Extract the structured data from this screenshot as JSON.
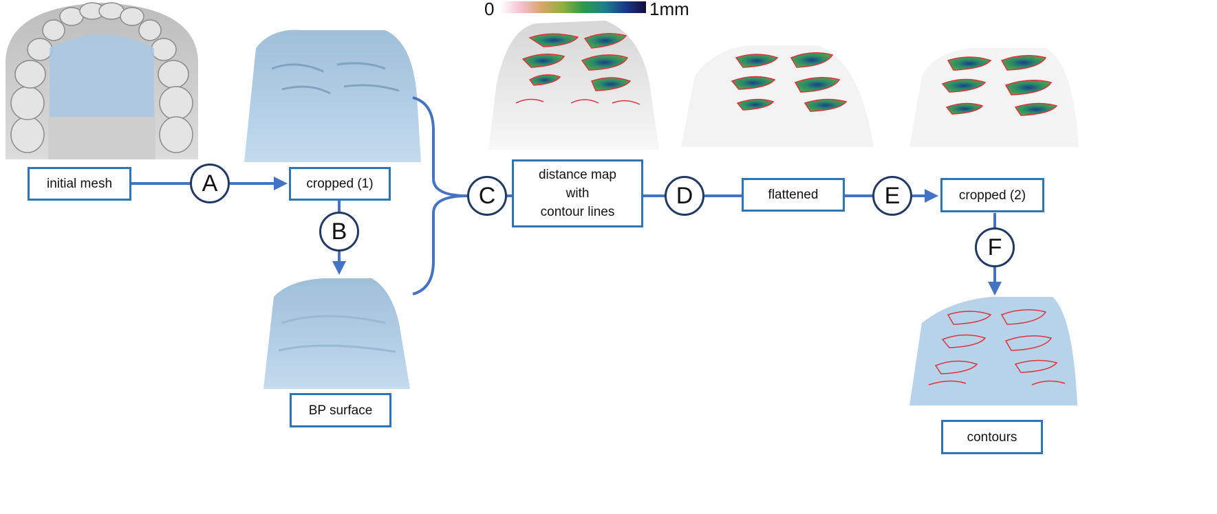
{
  "colors": {
    "accent": "#2e75b6",
    "connector": "#4472c4",
    "node_border": "#1f3864",
    "mesh_blue": "#a9c9e3",
    "mesh_gray": "#c8c8c8",
    "contour_red": "#e0303a",
    "ridge_green": "#3aa05a"
  },
  "colorbar": {
    "min_label": "0",
    "max_label": "1mm",
    "gradient": [
      "#ffffff",
      "#f6c0cf",
      "#d8a468",
      "#8fb040",
      "#2a9a4a",
      "#1f7f8a",
      "#1a3a8a",
      "#150a3a"
    ]
  },
  "boxes": {
    "initial_mesh": "initial mesh",
    "cropped_1": "cropped (1)",
    "bp_surface": "BP surface",
    "distance_map": "distance map\nwith\ncontour lines",
    "flattened": "flattened",
    "cropped_2": "cropped (2)",
    "contours": "contours"
  },
  "steps": {
    "a": "A",
    "b": "B",
    "c": "C",
    "d": "D",
    "e": "E",
    "f": "F"
  },
  "images": [
    {
      "id": "initial-mesh-image",
      "depicts": "upper dental arch mesh with blue palate overlay"
    },
    {
      "id": "cropped-1-image",
      "depicts": "cropped palate surface (blue)"
    },
    {
      "id": "bp-surface-image",
      "depicts": "smooth base palate surface (blue)"
    },
    {
      "id": "distance-map-image",
      "depicts": "distance map with red contour lines"
    },
    {
      "id": "flattened-image",
      "depicts": "flattened distance map"
    },
    {
      "id": "cropped-2-image",
      "depicts": "cropped flattened distance map"
    },
    {
      "id": "contours-image",
      "depicts": "red contours on blue flattened surface"
    }
  ]
}
